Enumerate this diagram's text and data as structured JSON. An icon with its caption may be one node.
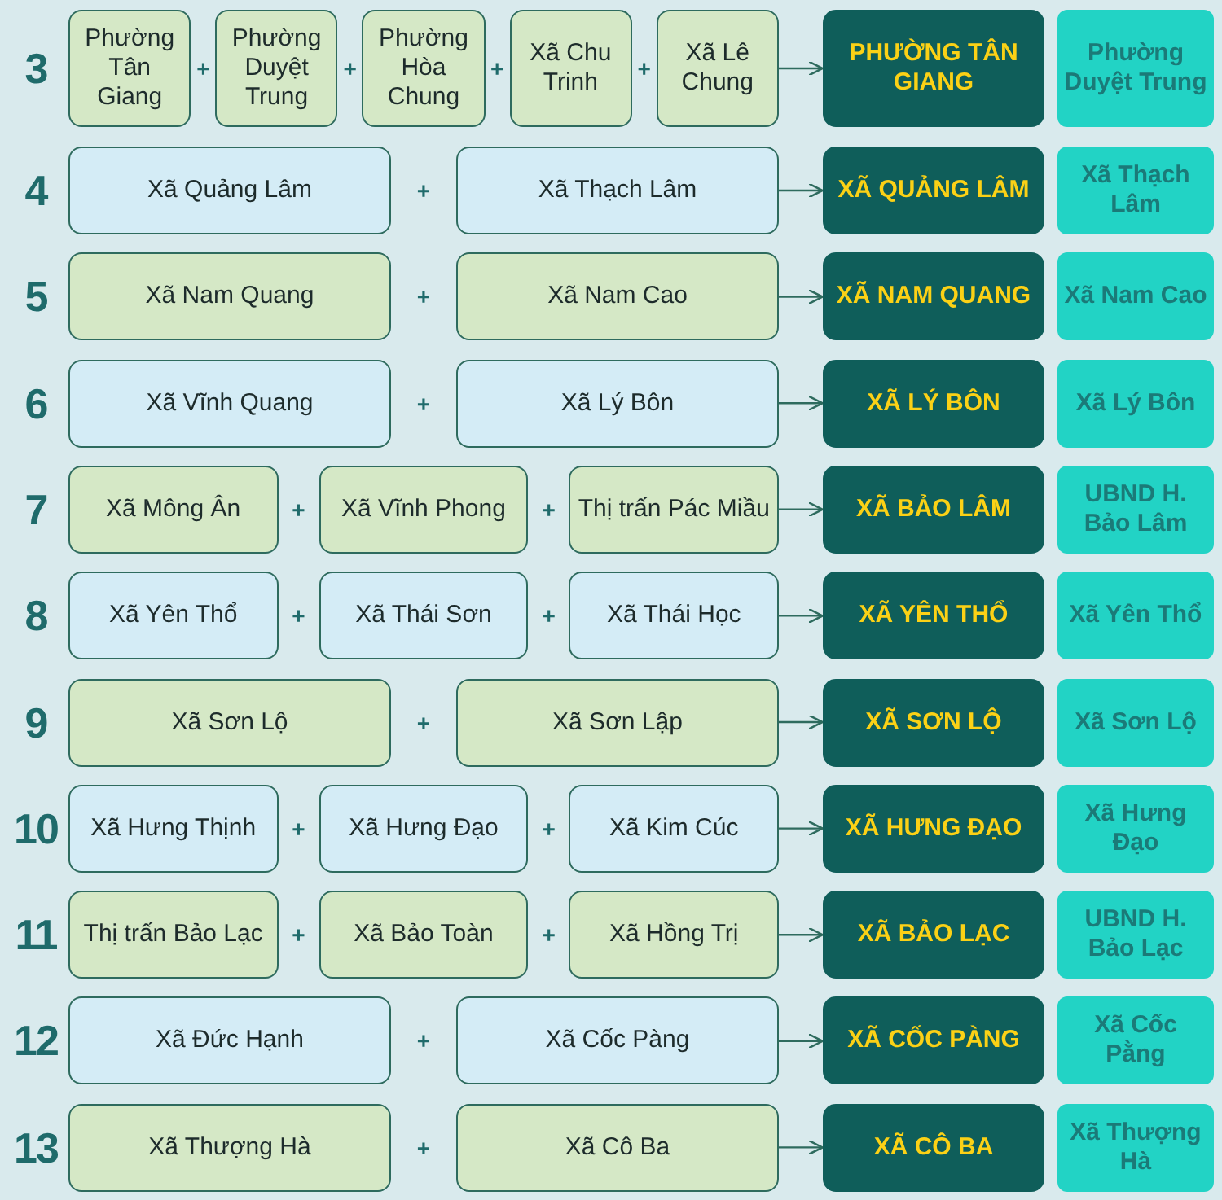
{
  "diagram": {
    "nodes": [
      {
        "text": [
          "Phường Tân Giang"
        ]
      },
      {
        "text": [
          "Phường Duyệt Trung"
        ]
      },
      {
        "text": [
          "Phường Hòa Chung"
        ]
      },
      {
        "text": [
          "Xã Chu Trinh"
        ]
      },
      {
        "text": [
          "Xã Lê Chung"
        ]
      },
      {
        "text": [
          "PHƯỜNG TÂN GIANG"
        ]
      },
      {
        "text": [
          "Phường Duyệt Trung"
        ]
      },
      {
        "text": [
          "Xã Quảng Lâm"
        ]
      },
      {
        "text": [
          "Xã Thạch Lâm"
        ]
      },
      {
        "text": [
          "XÃ QUẢNG LÂM"
        ]
      },
      {
        "text": [
          "Xã Thạch Lâm"
        ]
      },
      {
        "text": [
          "Xã Nam Quang"
        ]
      },
      {
        "text": [
          "Xã Nam Cao"
        ]
      },
      {
        "text": [
          "XÃ NAM QUANG"
        ]
      },
      {
        "text": [
          "Xã Nam Cao"
        ]
      },
      {
        "text": [
          "Xã Vĩnh Quang"
        ]
      },
      {
        "text": [
          "Xã Lý Bôn"
        ]
      },
      {
        "text": [
          "XÃ LÝ BÔN"
        ]
      },
      {
        "text": [
          "Xã Lý Bôn"
        ]
      },
      {
        "text": [
          "Xã Mông Ân"
        ]
      },
      {
        "text": [
          "Xã Vĩnh Phong"
        ]
      },
      {
        "text": [
          "Thị trấn Pác Miầu"
        ]
      },
      {
        "text": [
          "XÃ BẢO LÂM"
        ]
      },
      {
        "text": [
          "UBND H. Bảo Lâm"
        ]
      },
      {
        "text": [
          "Xã Yên Thổ"
        ]
      },
      {
        "text": [
          "Xã Thái Sơn"
        ]
      },
      {
        "text": [
          "Xã Thái Học"
        ]
      },
      {
        "text": [
          "XÃ YÊN THỔ"
        ]
      },
      {
        "text": [
          "Xã Yên Thổ"
        ]
      },
      {
        "text": [
          "Xã Sơn Lộ"
        ]
      },
      {
        "text": [
          "Xã Sơn Lập"
        ]
      },
      {
        "text": [
          "XÃ SƠN LỘ"
        ]
      },
      {
        "text": [
          "Xã Sơn Lộ"
        ]
      },
      {
        "text": [
          "Xã Hưng Thịnh"
        ]
      },
      {
        "text": [
          "Xã Hưng Đạo"
        ]
      },
      {
        "text": [
          "Xã Kim Cúc"
        ]
      },
      {
        "text": [
          "XÃ HƯNG ĐẠO"
        ]
      },
      {
        "text": [
          "Xã Hưng Đạo"
        ]
      },
      {
        "text": [
          "Thị trấn Bảo Lạc"
        ]
      },
      {
        "text": [
          "Xã Bảo Toàn"
        ]
      },
      {
        "text": [
          "Xã Hồng Trị"
        ]
      },
      {
        "text": [
          "XÃ BẢO LẠC"
        ]
      },
      {
        "text": [
          "UBND H. Bảo Lạc"
        ]
      },
      {
        "text": [
          "Xã Đức Hạnh"
        ]
      },
      {
        "text": [
          "Xã Cốc Pàng"
        ]
      },
      {
        "text": [
          "XÃ CỐC PÀNG"
        ]
      },
      {
        "text": [
          "Xã Cốc Pằng"
        ]
      },
      {
        "text": [
          "Xã Thượng Hà"
        ]
      },
      {
        "text": [
          "Xã Cô Ba"
        ]
      },
      {
        "text": [
          "XÃ CÔ BA"
        ]
      },
      {
        "text": [
          "Xã Thượng Hà"
        ]
      }
    ],
    "edges": [
      {
        "from": 4,
        "to": 5,
        "arrow": "to"
      },
      {
        "from": 8,
        "to": 9,
        "arrow": "to"
      },
      {
        "from": 12,
        "to": 13,
        "arrow": "to"
      },
      {
        "from": 16,
        "to": 17,
        "arrow": "to"
      },
      {
        "from": 21,
        "to": 22,
        "arrow": "to"
      },
      {
        "from": 26,
        "to": 27,
        "arrow": "to"
      },
      {
        "from": 30,
        "to": 31,
        "arrow": "to"
      },
      {
        "from": 35,
        "to": 36,
        "arrow": "to"
      },
      {
        "from": 40,
        "to": 41,
        "arrow": "to"
      },
      {
        "from": 44,
        "to": 45,
        "arrow": "to"
      },
      {
        "from": 48,
        "to": 49,
        "arrow": "to"
      }
    ],
    "labels": [
      "3",
      "+",
      "+",
      "+",
      "+",
      "4",
      "+",
      "5",
      "+",
      "6",
      "+",
      "7",
      "+",
      "+",
      "8",
      "+",
      "+",
      "9",
      "+",
      "10",
      "+",
      "+",
      "11",
      "+",
      "+",
      "12",
      "+",
      "13",
      "+"
    ]
  }
}
